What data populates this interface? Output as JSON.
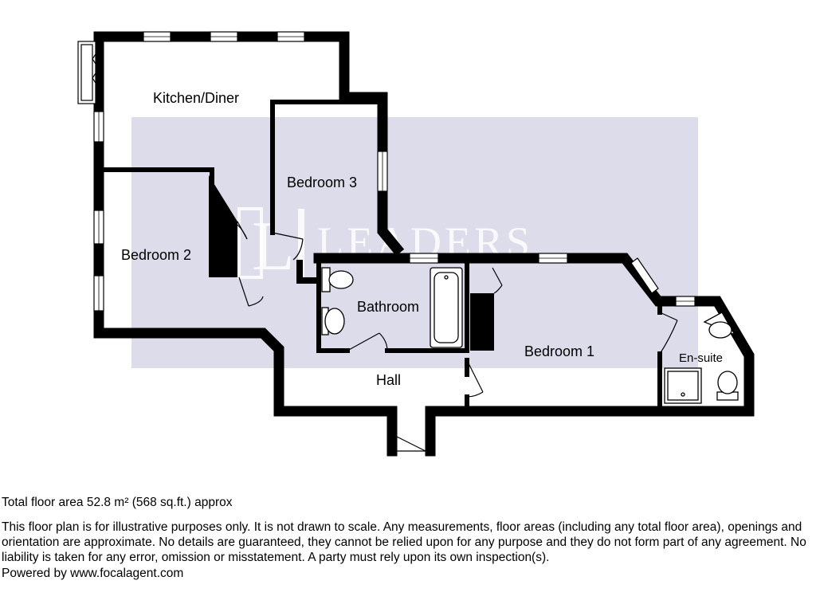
{
  "rooms": {
    "kitchen": "Kitchen/Diner",
    "bedroom3": "Bedroom 3",
    "bedroom2": "Bedroom 2",
    "bathroom": "Bathroom",
    "bedroom1": "Bedroom 1",
    "ensuite": "En-suite",
    "hall": "Hall"
  },
  "watermark": {
    "brand": "LEADERS",
    "monogram": "L",
    "color": "#dcdcea"
  },
  "footer": {
    "area": "Total floor area 52.8 m² (568 sq.ft.) approx",
    "disclaimer": "This floor plan is for illustrative purposes only. It is not drawn to scale. Any measurements, floor areas (including any total floor area), openings and orientation are approximate. No details are guaranteed, they cannot be relied upon for any purpose and they do not form part of any agreement. No liability is taken for any error, omission or misstatement. A party must rely upon its own inspection(s).",
    "powered": "Powered by www.focalagent.com"
  }
}
